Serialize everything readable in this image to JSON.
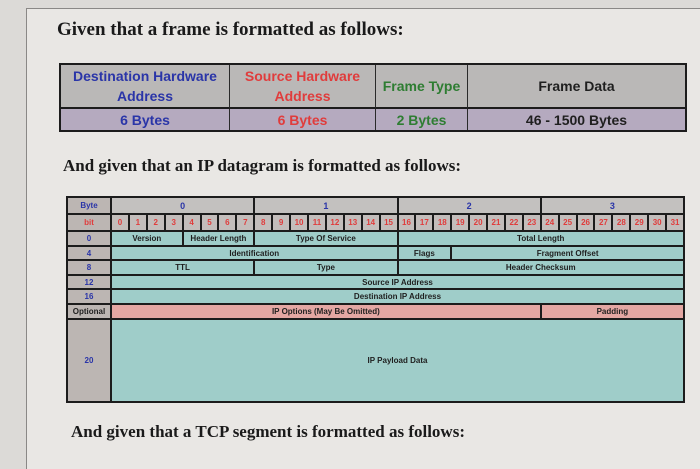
{
  "headings": {
    "frame_intro": "Given that a frame is formatted as follows:",
    "ip_intro": "And given that an IP datagram is formatted as follows:",
    "tcp_intro": "And given that a TCP segment is formatted as follows:"
  },
  "frame_table": {
    "headers": [
      "Destination Hardware Address",
      "Source Hardware Address",
      "Frame Type",
      "Frame Data"
    ],
    "sizes": [
      "6 Bytes",
      "6 Bytes",
      "2 Bytes",
      "46 - 1500 Bytes"
    ],
    "colors": {
      "destination": "#2a35a8",
      "source": "#e03c3c",
      "type": "#2e7d32",
      "data": "#1f1f1f",
      "header_bg": "#bab8b7",
      "size_bg": "#b5aabf"
    }
  },
  "ip_table": {
    "byte_label": "Byte",
    "bit_label": "bit",
    "bytes": [
      "0",
      "1",
      "2",
      "3"
    ],
    "bits": [
      "0",
      "1",
      "2",
      "3",
      "4",
      "5",
      "6",
      "7",
      "8",
      "9",
      "10",
      "11",
      "12",
      "13",
      "14",
      "15",
      "16",
      "17",
      "18",
      "19",
      "20",
      "21",
      "22",
      "23",
      "24",
      "25",
      "26",
      "27",
      "28",
      "29",
      "30",
      "31"
    ],
    "rows": [
      {
        "offset": "0",
        "fields": [
          {
            "label": "Version",
            "start": 0,
            "span": 4
          },
          {
            "label": "Header Length",
            "start": 4,
            "span": 4
          },
          {
            "label": "Type Of Service",
            "start": 8,
            "span": 8
          },
          {
            "label": "Total Length",
            "start": 16,
            "span": 16
          }
        ]
      },
      {
        "offset": "4",
        "fields": [
          {
            "label": "Identification",
            "start": 0,
            "span": 16
          },
          {
            "label": "Flags",
            "start": 16,
            "span": 3
          },
          {
            "label": "Fragment Offset",
            "start": 19,
            "span": 13
          }
        ]
      },
      {
        "offset": "8",
        "fields": [
          {
            "label": "TTL",
            "start": 0,
            "span": 8
          },
          {
            "label": "Type",
            "start": 8,
            "span": 8
          },
          {
            "label": "Header Checksum",
            "start": 16,
            "span": 16
          }
        ]
      },
      {
        "offset": "12",
        "fields": [
          {
            "label": "Source IP Address",
            "start": 0,
            "span": 32
          }
        ]
      },
      {
        "offset": "16",
        "fields": [
          {
            "label": "Destination IP Address",
            "start": 0,
            "span": 32
          }
        ]
      },
      {
        "offset": "Optional",
        "fields": [
          {
            "label": "IP Options (May Be Omitted)",
            "start": 0,
            "span": 24
          },
          {
            "label": "Padding",
            "start": 24,
            "span": 8
          }
        ]
      },
      {
        "offset": "20",
        "fields": [
          {
            "label": "IP Payload Data",
            "start": 0,
            "span": 32
          }
        ]
      }
    ],
    "colors": {
      "field_bg": "#9fcdc9",
      "optional_bg": "#e4a7a3",
      "label_bg": "#bcb6b3",
      "byte_text": "#2a35a8",
      "bit_text": "#e03c3c"
    }
  }
}
